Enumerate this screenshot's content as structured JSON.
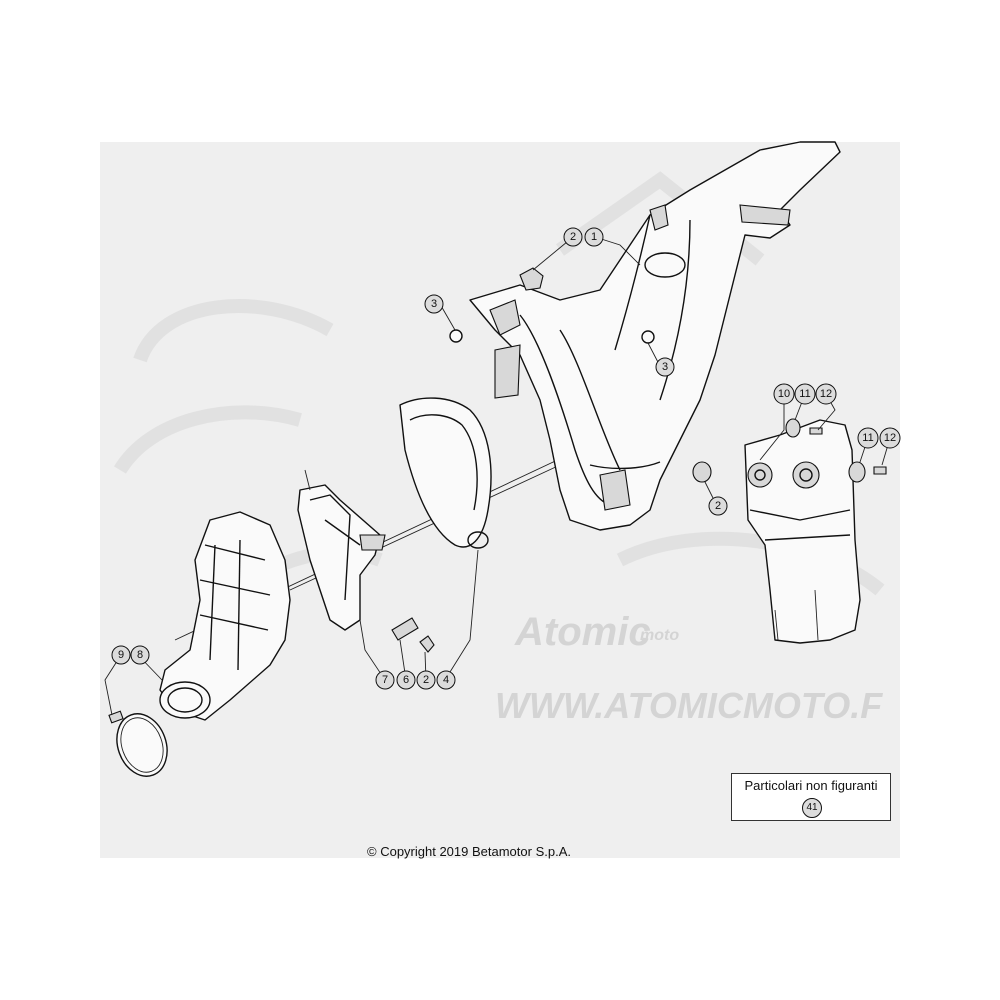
{
  "diagram": {
    "callouts": [
      {
        "id": "c-2-top",
        "label": "2"
      },
      {
        "id": "c-1",
        "label": "1"
      },
      {
        "id": "c-3-left",
        "label": "3"
      },
      {
        "id": "c-3-right",
        "label": "3"
      },
      {
        "id": "c-2-right",
        "label": "2"
      },
      {
        "id": "c-10",
        "label": "10"
      },
      {
        "id": "c-11-a",
        "label": "11"
      },
      {
        "id": "c-12-a",
        "label": "12"
      },
      {
        "id": "c-11-b",
        "label": "11"
      },
      {
        "id": "c-12-b",
        "label": "12"
      },
      {
        "id": "c-9",
        "label": "9"
      },
      {
        "id": "c-8",
        "label": "8"
      },
      {
        "id": "c-7",
        "label": "7"
      },
      {
        "id": "c-6",
        "label": "6"
      },
      {
        "id": "c-2-bottom",
        "label": "2"
      },
      {
        "id": "c-4",
        "label": "4"
      }
    ],
    "watermark": {
      "brand": "Atomic",
      "brand_sub": "moto",
      "url": "WWW.ATOMICMOTO.F"
    }
  },
  "not_shown_box": {
    "title": "Particolari non figuranti",
    "number": "41"
  },
  "footer": {
    "copyright": "© Copyright 2019 Betamotor S.p.A."
  }
}
